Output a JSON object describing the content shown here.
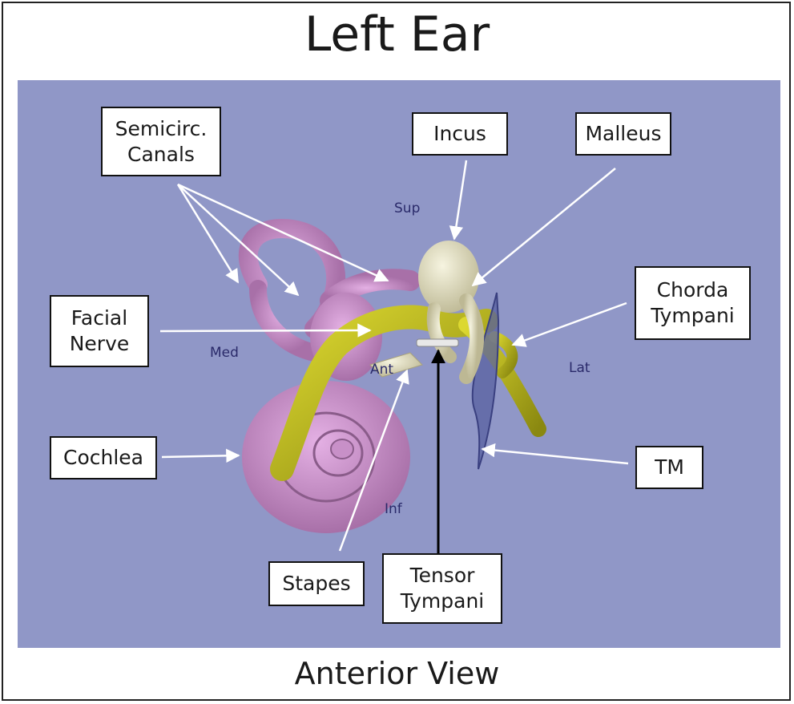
{
  "title": "Left Ear",
  "subtitle": "Anterior View",
  "colors": {
    "background": "#9097c7",
    "bone": "#e8e4c4",
    "nerve": "#c8c418",
    "labyrinth": "#c890c8",
    "membrane": "#5860a0",
    "arrow": "#ffffff",
    "pointer": "#000000"
  },
  "labels": {
    "semicirc": "Semicirc.\nCanals",
    "incus": "Incus",
    "malleus": "Malleus",
    "chorda": "Chorda\nTympani",
    "facial": "Facial\nNerve",
    "cochlea": "Cochlea",
    "tm": "TM",
    "stapes": "Stapes",
    "tensor": "Tensor\nTympani"
  },
  "orientation": {
    "sup": "Sup",
    "med": "Med",
    "lat": "Lat",
    "inf": "Inf",
    "ant": "Ant"
  }
}
